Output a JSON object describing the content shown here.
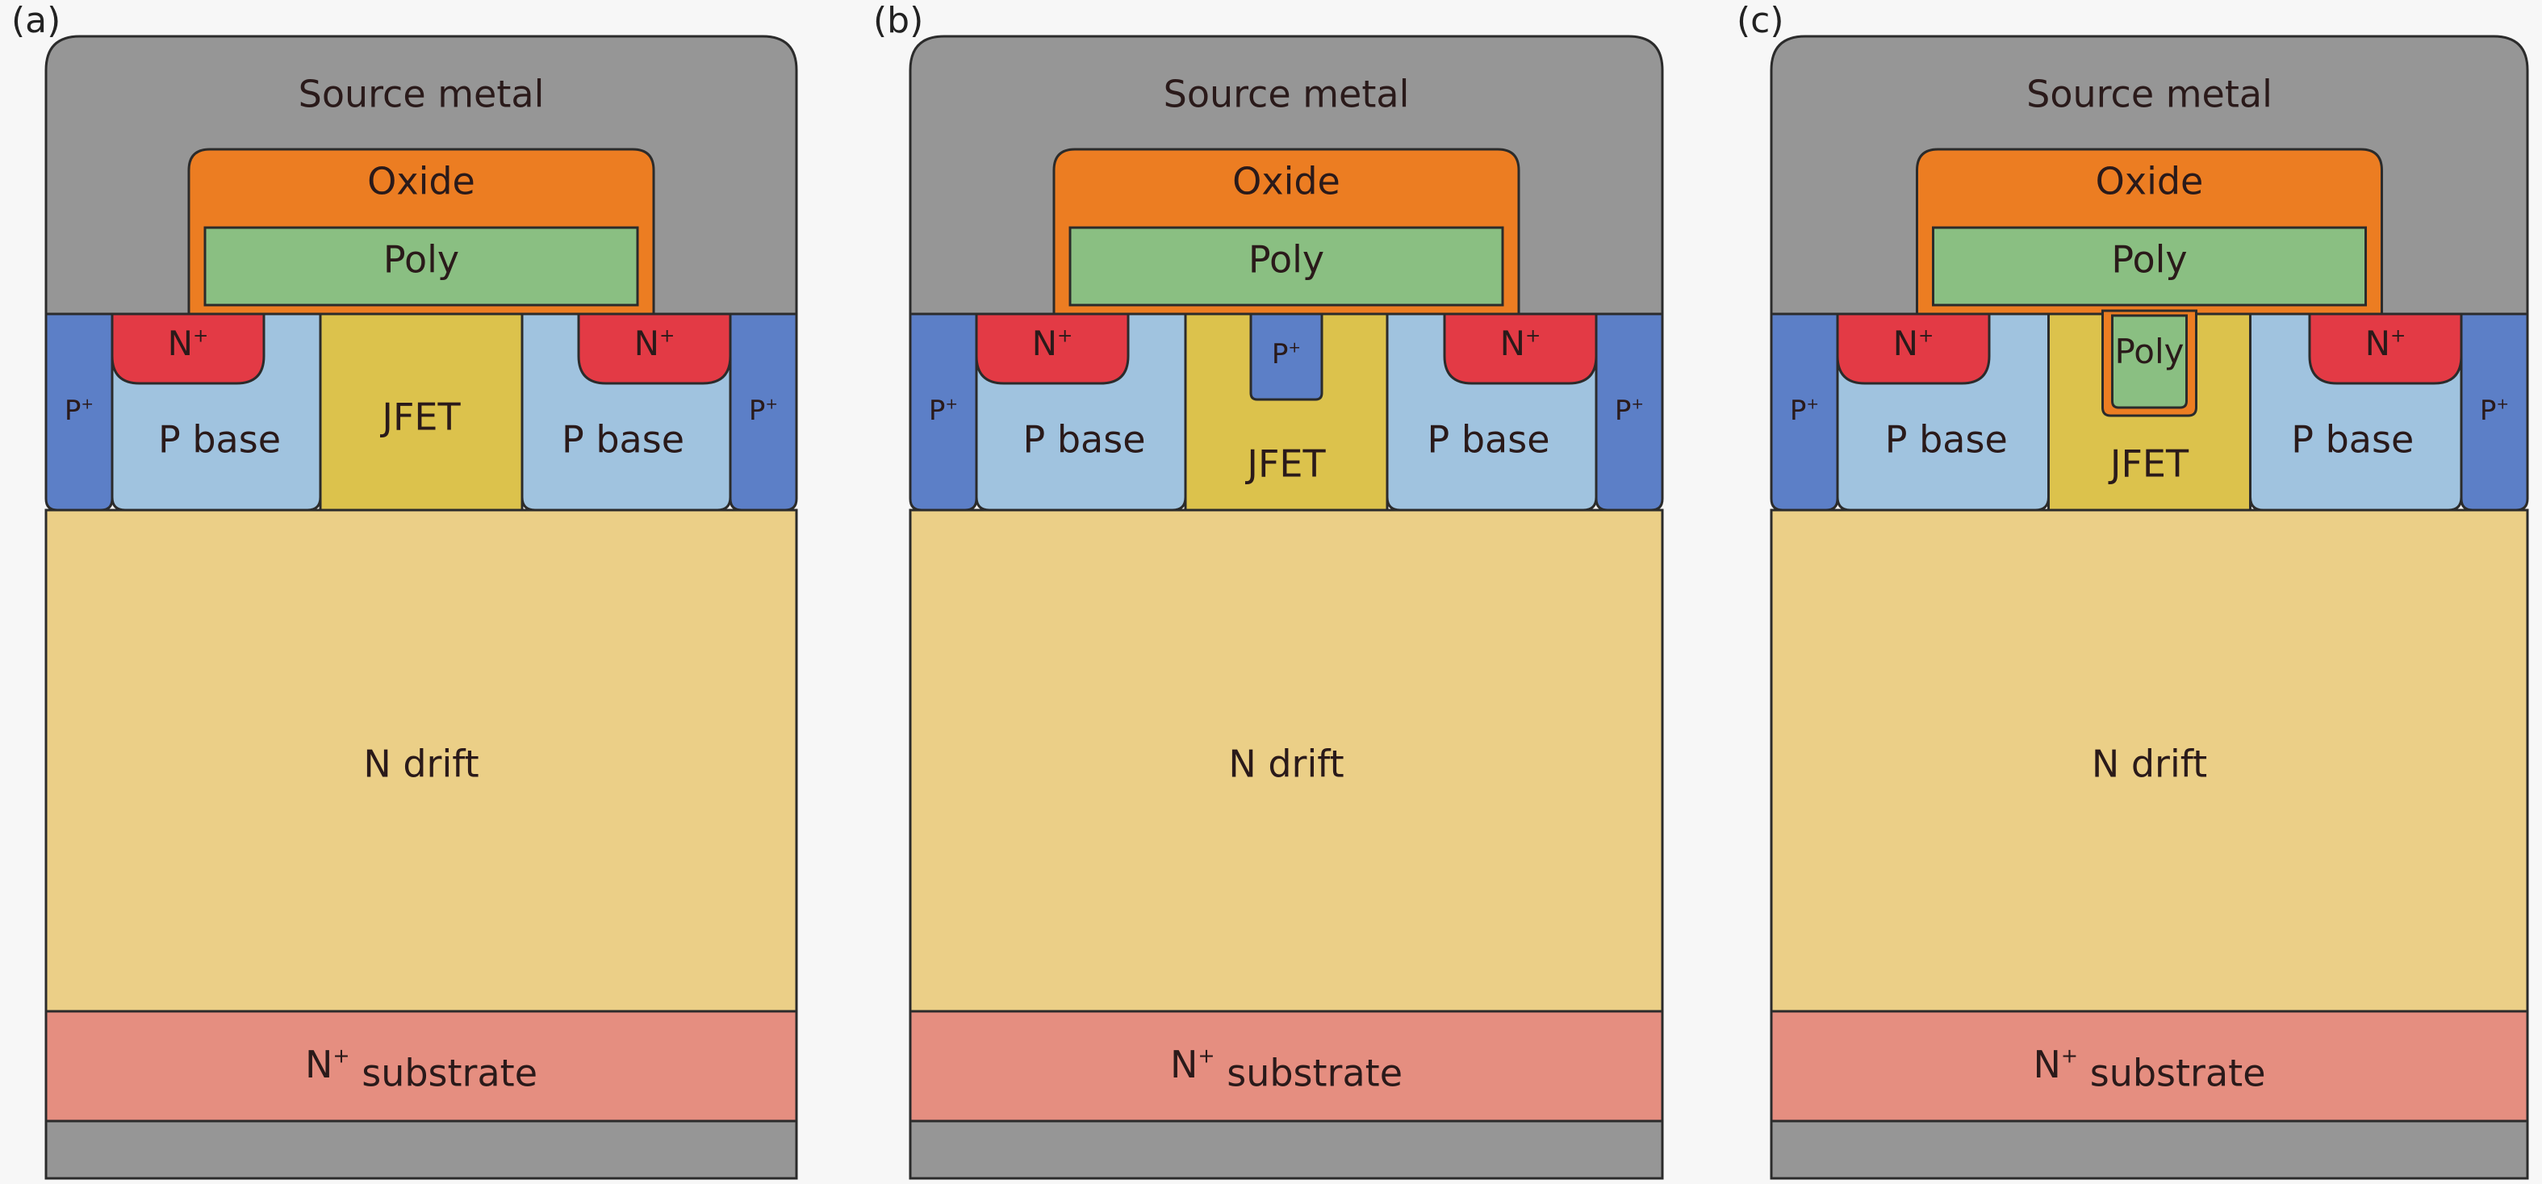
{
  "figure": {
    "panels": [
      {
        "id": "a",
        "label": "(a)",
        "variant": "planar",
        "regions": {
          "source_metal": "Source metal",
          "oxide": "Oxide",
          "poly": "Poly",
          "n_plus_left": {
            "base": "N",
            "sup": "+"
          },
          "n_plus_right": {
            "base": "N",
            "sup": "+"
          },
          "p_plus_left": {
            "base": "P",
            "sup": "+"
          },
          "p_plus_right": {
            "base": "P",
            "sup": "+"
          },
          "p_base_left": "P base",
          "p_base_right": "P base",
          "jfet": "JFET",
          "n_drift": "N drift",
          "substrate": {
            "base": "N",
            "sup": "+",
            "rest": " substrate"
          }
        }
      },
      {
        "id": "b",
        "label": "(b)",
        "variant": "jfet-p-plus-implant",
        "regions": {
          "source_metal": "Source metal",
          "oxide": "Oxide",
          "poly": "Poly",
          "n_plus_left": {
            "base": "N",
            "sup": "+"
          },
          "n_plus_right": {
            "base": "N",
            "sup": "+"
          },
          "p_plus_left": {
            "base": "P",
            "sup": "+"
          },
          "p_plus_right": {
            "base": "P",
            "sup": "+"
          },
          "p_base_left": "P base",
          "p_base_right": "P base",
          "jfet": "JFET",
          "jfet_insert": {
            "base": "P",
            "sup": "+"
          },
          "n_drift": "N drift",
          "substrate": {
            "base": "N",
            "sup": "+",
            "rest": " substrate"
          }
        }
      },
      {
        "id": "c",
        "label": "(c)",
        "variant": "jfet-trench-poly",
        "regions": {
          "source_metal": "Source metal",
          "oxide": "Oxide",
          "poly": "Poly",
          "n_plus_left": {
            "base": "N",
            "sup": "+"
          },
          "n_plus_right": {
            "base": "N",
            "sup": "+"
          },
          "p_plus_left": {
            "base": "P",
            "sup": "+"
          },
          "p_plus_right": {
            "base": "P",
            "sup": "+"
          },
          "p_base_left": "P base",
          "p_base_right": "P base",
          "jfet": "JFET",
          "jfet_insert": {
            "base": "Poly",
            "sup": ""
          },
          "n_drift": "N drift",
          "substrate": {
            "base": "N",
            "sup": "+",
            "rest": " substrate"
          }
        }
      }
    ],
    "colors": {
      "background": "#f7f7f7",
      "metal": "#969696",
      "oxide": "#ec7d22",
      "poly": "#8abf82",
      "n_plus": "#e33a45",
      "p_plus": "#5c7fc7",
      "p_base": "#a0c3df",
      "jfet": "#dcc24c",
      "n_drift": "#ebcf87",
      "substrate": "#e58e80",
      "outline": "#2b2b2b"
    }
  }
}
